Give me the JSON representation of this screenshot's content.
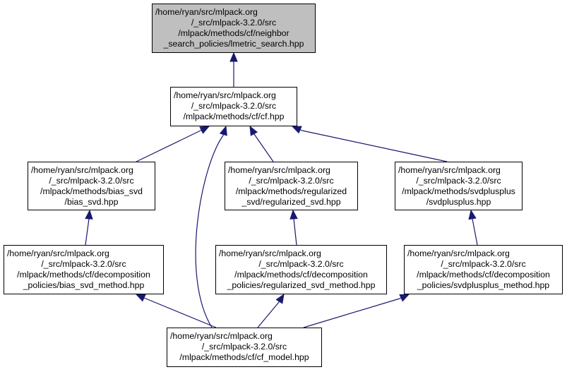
{
  "colors": {
    "edge": "#191970",
    "highlight_fill": "#bfbfbf",
    "border": "#000000"
  },
  "nodes": {
    "lmetric_search": {
      "lines": [
        "/home/ryan/src/mlpack.org",
        "/_src/mlpack-3.2.0/src",
        "/mlpack/methods/cf/neighbor",
        "_search_policies/lmetric_search.hpp"
      ]
    },
    "cf": {
      "lines": [
        "/home/ryan/src/mlpack.org",
        "/_src/mlpack-3.2.0/src",
        "/mlpack/methods/cf/cf.hpp"
      ]
    },
    "bias_svd": {
      "lines": [
        "/home/ryan/src/mlpack.org",
        "/_src/mlpack-3.2.0/src",
        "/mlpack/methods/bias_svd",
        "/bias_svd.hpp"
      ]
    },
    "regularized_svd": {
      "lines": [
        "/home/ryan/src/mlpack.org",
        "/_src/mlpack-3.2.0/src",
        "/mlpack/methods/regularized",
        "_svd/regularized_svd.hpp"
      ]
    },
    "svdplusplus": {
      "lines": [
        "/home/ryan/src/mlpack.org",
        "/_src/mlpack-3.2.0/src",
        "/mlpack/methods/svdplusplus",
        "/svdplusplus.hpp"
      ]
    },
    "bias_svd_method": {
      "lines": [
        "/home/ryan/src/mlpack.org",
        "/_src/mlpack-3.2.0/src",
        "/mlpack/methods/cf/decomposition",
        "_policies/bias_svd_method.hpp"
      ]
    },
    "regularized_svd_method": {
      "lines": [
        "/home/ryan/src/mlpack.org",
        "/_src/mlpack-3.2.0/src",
        "/mlpack/methods/cf/decomposition",
        "_policies/regularized_svd_method.hpp"
      ]
    },
    "svdplusplus_method": {
      "lines": [
        "/home/ryan/src/mlpack.org",
        "/_src/mlpack-3.2.0/src",
        "/mlpack/methods/cf/decomposition",
        "_policies/svdplusplus_method.hpp"
      ]
    },
    "cf_model": {
      "lines": [
        "/home/ryan/src/mlpack.org",
        "/_src/mlpack-3.2.0/src",
        "/mlpack/methods/cf/cf_model.hpp"
      ]
    }
  }
}
